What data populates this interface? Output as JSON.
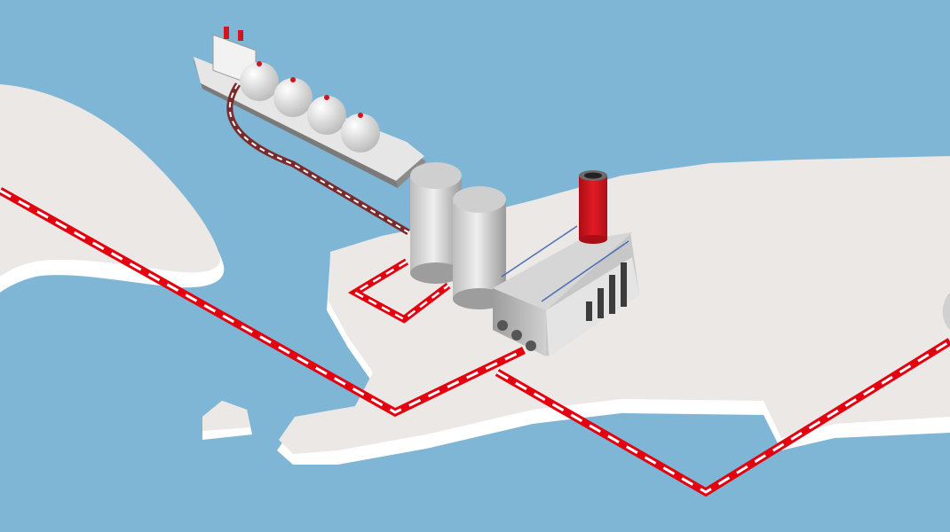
{
  "scene": {
    "subject": [
      "lng-tanker-ship",
      "storage-tanks",
      "processing-plant",
      "pipelines",
      "coastline"
    ],
    "colors": {
      "sea": "#7fb6d6",
      "land": "#ebe8e5",
      "land_edge": "#ffffff",
      "pipeline": "#e3000f",
      "pipeline_dash": "#ffffff",
      "hose": "#7a2a2a",
      "chimney": "#d2141e",
      "metal_light": "#d9d9d9",
      "metal_dark": "#8c8c8c"
    }
  }
}
